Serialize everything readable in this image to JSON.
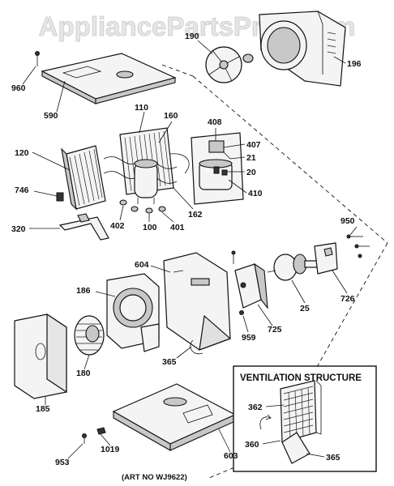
{
  "watermark": "AppliancePartsPros.com",
  "caption": "(ART NO WJ9622)",
  "ventilation_title": "VENTILATION STRUCTURE",
  "labels": {
    "p960": "960",
    "p590": "590",
    "p190": "190",
    "p196": "196",
    "p110": "110",
    "p160": "160",
    "p120": "120",
    "p746": "746",
    "p320": "320",
    "p402": "402",
    "p100": "100",
    "p401": "401",
    "p162": "162",
    "p408": "408",
    "p407": "407",
    "p21": "21",
    "p20": "20",
    "p410": "410",
    "p950": "950",
    "p604": "604",
    "p186": "186",
    "p25": "25",
    "p726": "726",
    "p725": "725",
    "p959": "959",
    "p180": "180",
    "p365": "365",
    "p185": "185",
    "p362": "362",
    "p360": "360",
    "p365b": "365",
    "p953": "953",
    "p1019": "1019",
    "p603": "603"
  },
  "colors": {
    "line": "#111111",
    "part_fill": "#f4f4f4",
    "shade": "#c8c8c8",
    "watermark": "#e6e6e6"
  }
}
